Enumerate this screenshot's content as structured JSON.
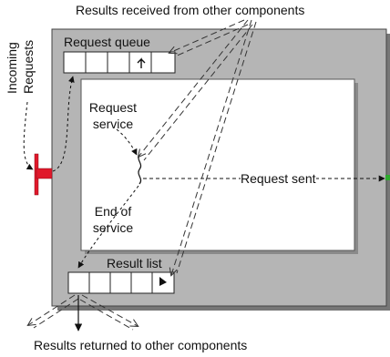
{
  "labels": {
    "top_results": "Results received from other components",
    "bottom_results": "Results returned to other components",
    "incoming_line1": "Incoming",
    "incoming_line2": "Requests",
    "request_queue": "Request queue",
    "request_service_line1": "Request",
    "request_service_line2": "service",
    "request_sent": "Request sent",
    "end_of_service_line1": "End of",
    "end_of_service_line2": "service",
    "result_list": "Result list"
  },
  "colors": {
    "outer_box": "#b5b5b5",
    "inner_box": "#ffffff",
    "entry_marker": "#e0182a",
    "exit_marker": "#2eaa2e",
    "shadow": "#777777"
  }
}
